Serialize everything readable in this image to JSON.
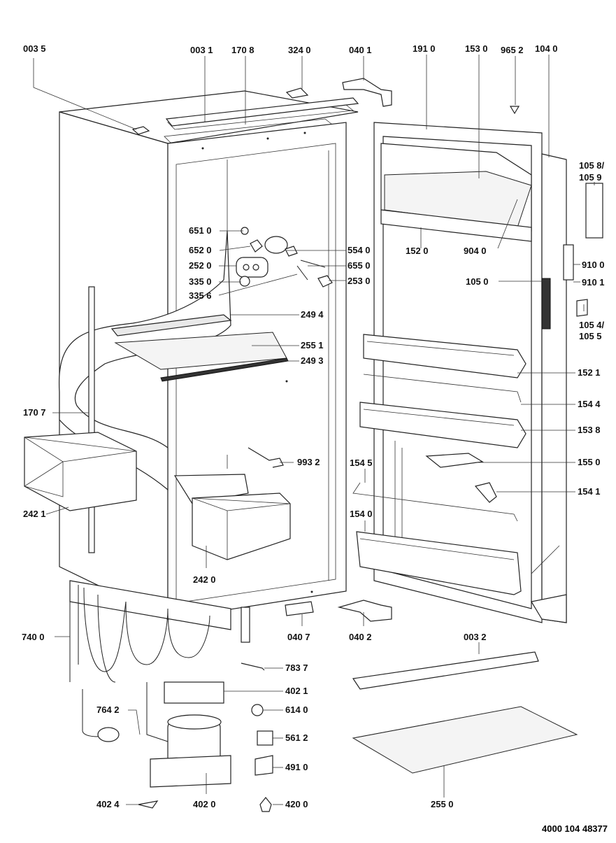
{
  "diagram": {
    "labels": {
      "p0035": "003 5",
      "p0031": "003 1",
      "p1708": "170 8",
      "p3240": "324 0",
      "p0401": "040 1",
      "p1910": "191 0",
      "p1530": "153 0",
      "p9652": "965 2",
      "p1040": "104 0",
      "p1058": "105 8/",
      "p1059": "105 9",
      "p6510": "651 0",
      "p6520": "652 0",
      "p2520": "252 0",
      "p3350": "335 0",
      "p3356": "335 6",
      "p5540": "554 0",
      "p6550": "655 0",
      "p2530": "253 0",
      "p1520": "152 0",
      "p9040": "904 0",
      "p9100": "910 0",
      "p9101": "910 1",
      "p1050": "105 0",
      "p1054": "105 4/",
      "p1055": "105 5",
      "p2494": "249 4",
      "p2551": "255 1",
      "p2493": "249 3",
      "p1521": "152 1",
      "p1544": "154 4",
      "p1707": "170 7",
      "p1538": "153 8",
      "p1550": "155 0",
      "p9932": "993 2",
      "p1545": "154 5",
      "p1541": "154 1",
      "p2421": "242 1",
      "p1540": "154 0",
      "p2420": "242 0",
      "p7400": "740 0",
      "p0407": "040 7",
      "p0402": "040 2",
      "p0032": "003 2",
      "p7837": "783 7",
      "p4021": "402 1",
      "p7642": "764 2",
      "p6140": "614 0",
      "p5612": "561 2",
      "p4910": "491 0",
      "p4024": "402 4",
      "p4020": "402 0",
      "p4200": "420 0",
      "p2550": "255 0"
    },
    "footer_code": "4000 104 48377"
  }
}
